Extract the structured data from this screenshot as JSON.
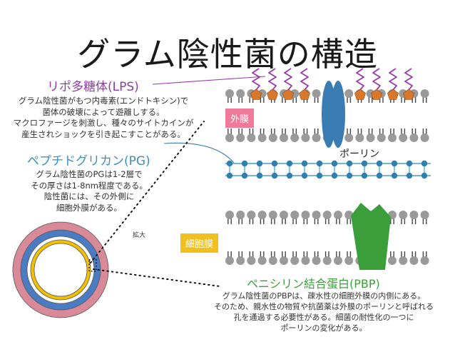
{
  "title": "グラム陰性菌の構造",
  "lps": {
    "label": "リポ多糖体(LPS)",
    "desc": [
      "グラム陰性菌がもつ内毒素(エンドトキシン)で",
      "菌体の破壊によって遊離しする。",
      "マクロファージを刺激し、種々のサイトカインが",
      "産生されショックを引き起こすことがある。"
    ]
  },
  "pg": {
    "label": "ペプチドグリカン(PG)",
    "desc": [
      "グラム陰性菌のPGは1-2層で",
      "その厚さは1-8nm程度である。",
      "陰性菌には、その外側に",
      "細胞外膜がある。"
    ]
  },
  "outer_membrane_tag": "外膜",
  "inner_membrane_tag": "細胞膜",
  "porin_label": "ポーリン",
  "zoom_label": "拡大",
  "pbp": {
    "label": "ペニシリン結合蛋白(PBP)",
    "desc": [
      "グラム陰性菌のPBPは、疎水性の細胞外膜の内側にある。",
      "そのため、親水性の物質や抗菌薬は外膜のポーリンと呼ばれる",
      "孔を通過する必要性がある。細菌の耐性化の一つに",
      "ポーリンの変化がある。"
    ]
  },
  "colors": {
    "lipid_head": "#9a9a9a",
    "lipid_tail": "#444444",
    "lps_core": "#d9782a",
    "lps_chain": "#9a3aa8",
    "porin": "#3a7db5",
    "pg_line": "#4a9cc8",
    "pg_node": "#2f7fb0",
    "pbp": "#3a9e3a",
    "outer_tag_bg": "#f07a9a",
    "inner_tag_bg": "#f0c020",
    "ring_pink": "#d98a98",
    "ring_blue": "#4a7cc4",
    "ring_yellow": "#f2c000",
    "ring_outline": "#555555"
  }
}
